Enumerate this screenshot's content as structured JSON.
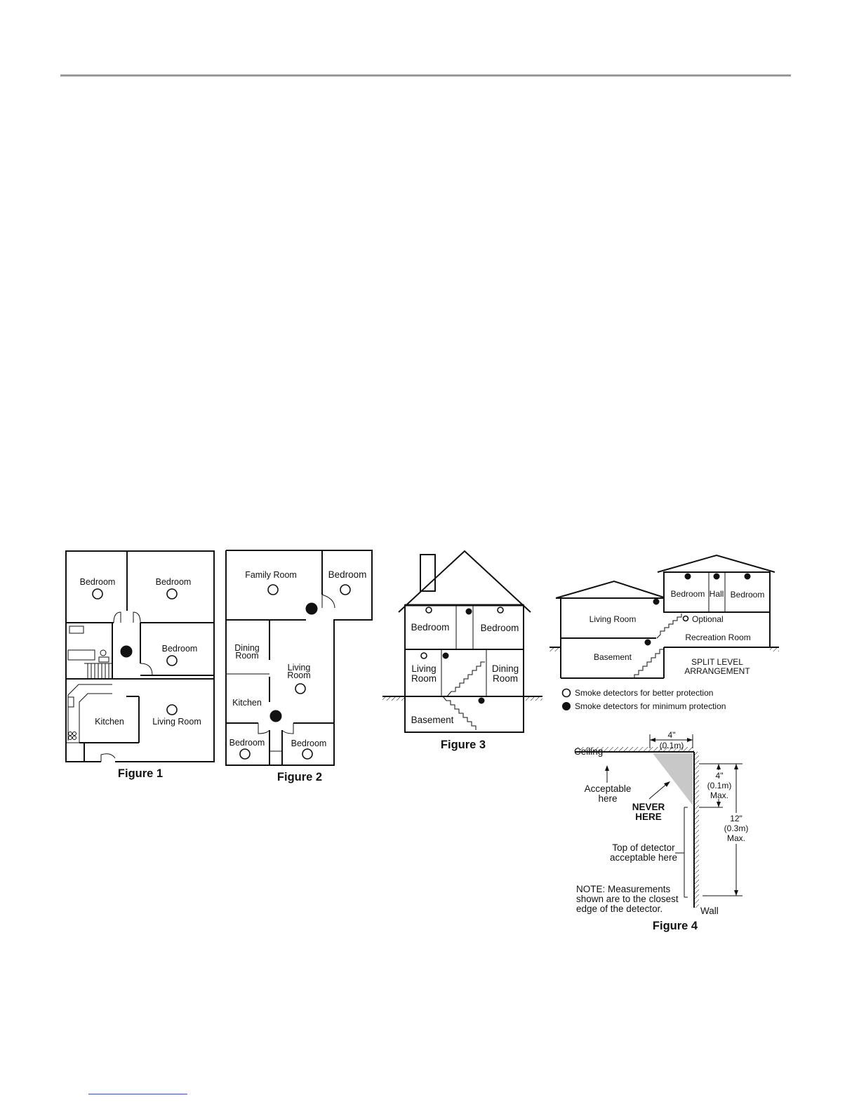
{
  "figures": {
    "fig1": {
      "caption": "Figure 1",
      "rooms": [
        "Bedroom",
        "Bedroom",
        "Bedroom",
        "Kitchen",
        "Living Room"
      ]
    },
    "fig2": {
      "caption": "Figure 2",
      "rooms": [
        "Family Room",
        "Bedroom",
        "Dining",
        "Room",
        "Living",
        "Room",
        "Kitchen",
        "Bedroom",
        "Bedroom"
      ]
    },
    "fig3": {
      "caption": "Figure 3",
      "rooms": [
        "Bedroom",
        "Bedroom",
        "Living",
        "Room",
        "Dining",
        "Room",
        "Basement"
      ]
    },
    "split_level": {
      "rooms": [
        "Bedroom",
        "Hall",
        "Bedroom",
        "Living Room",
        "Optional",
        "Recreation Room",
        "Basement"
      ],
      "title_line1": "SPLIT LEVEL",
      "title_line2": "ARRANGEMENT"
    },
    "legend": {
      "better": "Smoke detectors for better protection",
      "minimum": "Smoke detectors for minimum protection"
    },
    "fig4": {
      "caption": "Figure 4",
      "ceiling": "Ceiling",
      "wall": "Wall",
      "dim_top_1": "4\"",
      "dim_top_2": "(0.1m)",
      "dim_right_small_1": "4\"",
      "dim_right_small_2": "(0.1m)",
      "dim_right_small_3": "Max.",
      "dim_right_big_1": "12\"",
      "dim_right_big_2": "(0.3m)",
      "dim_right_big_3": "Max.",
      "acceptable_1": "Acceptable",
      "acceptable_2": "here",
      "never_1": "NEVER",
      "never_2": "HERE",
      "top_1": "Top of detector",
      "top_2": "acceptable here",
      "note_1": "NOTE: Measurements",
      "note_2": "shown are to the closest",
      "note_3": "edge of the detector."
    }
  },
  "colors": {
    "rule": "#9a9a9a",
    "link_rule": "#3b4fb0",
    "never_zone": "#c8c8c8"
  }
}
